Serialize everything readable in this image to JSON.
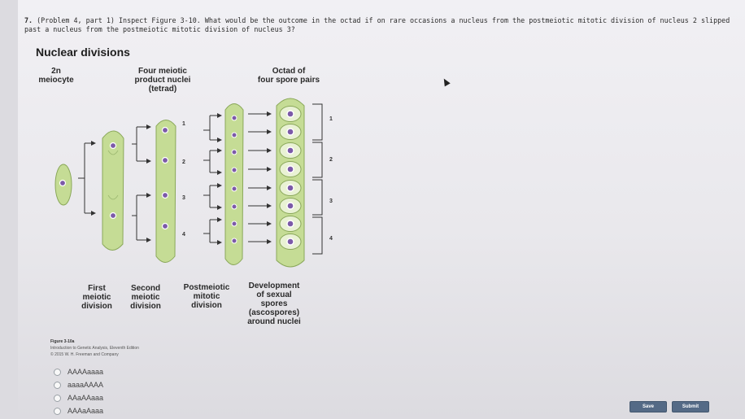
{
  "question": {
    "number": "7.",
    "text": "(Problem 4, part 1) Inspect Figure 3-10. What would be the outcome in the octad if on rare occasions a nucleus from the postmeiotic mitotic division of nucleus 2 slipped past a nucleus from the postmeiotic mitotic division of nucleus 3?"
  },
  "figure": {
    "title": "Nuclear divisions",
    "headers": {
      "col1": "2n\nmeiocyte",
      "col2": "Four meiotic\nproduct nuclei\n(tetrad)",
      "col3": "Octad of\nfour spore pairs"
    },
    "tetrad_numbers": [
      "1",
      "2",
      "3",
      "4"
    ],
    "octad_numbers": [
      "1",
      "2",
      "3",
      "4"
    ],
    "bottom_labels": {
      "first": "First\nmeiotic\ndivision",
      "second": "Second\nmeiotic\ndivision",
      "postmeiotic": "Postmeiotic\nmitotic\ndivision",
      "development": "Development\nof sexual\nspores\n(ascospores)\naround nuclei"
    },
    "caption": {
      "title": "Figure 3-10a",
      "book": "Introduction to Genetic Analysis, Eleventh Edition",
      "copyright": "© 2015 W. H. Freeman and Company"
    }
  },
  "options": [
    {
      "label": "AAAAaaaa"
    },
    {
      "label": "aaaaAAAA"
    },
    {
      "label": "AAaAAaaa"
    },
    {
      "label": "AAAaAaaa"
    }
  ],
  "buttons": {
    "save": "Save",
    "submit": "Submit"
  },
  "colors": {
    "cell_fill": "#c5dc95",
    "cell_stroke": "#8aa85a",
    "spore_fill": "#e9f2d4",
    "nucleus": "#7c5aa8",
    "button": "#546a86"
  }
}
